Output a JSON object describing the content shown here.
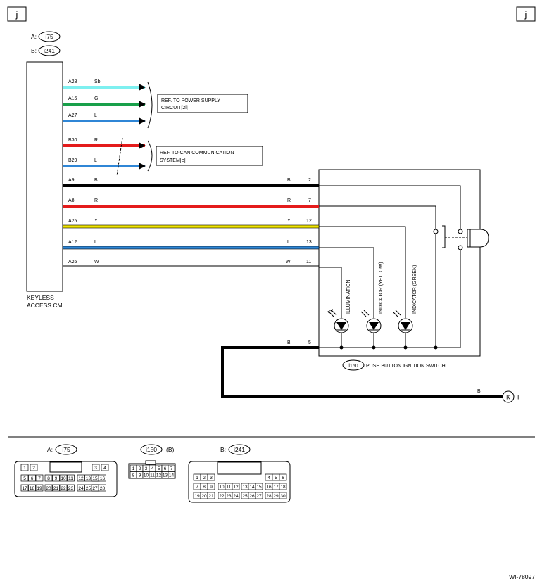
{
  "page_marks": {
    "left": "j",
    "right": "j"
  },
  "connectors_legend": [
    {
      "prefix": "A:",
      "id": "i75"
    },
    {
      "prefix": "B:",
      "id": "i241"
    }
  ],
  "module": {
    "name_line1": "KEYLESS",
    "name_line2": "ACCESS CM"
  },
  "refs": [
    {
      "line1": "REF. TO POWER SUPPLY",
      "line2": "CIRCUIT[2i]"
    },
    {
      "line1": "REF. TO CAN COMMUNICATION",
      "line2": "SYSTEM[e]"
    }
  ],
  "ref_wires": [
    {
      "pin": "A28",
      "color_code": "Sb",
      "color": "#7ef0f0"
    },
    {
      "pin": "A16",
      "color_code": "G",
      "color": "#18a04a"
    },
    {
      "pin": "A27",
      "color_code": "L",
      "color": "#2f86d6"
    },
    {
      "pin": "B30",
      "color_code": "R",
      "color": "#e41b1b"
    },
    {
      "pin": "B29",
      "color_code": "L",
      "color": "#2f86d6"
    }
  ],
  "switch_wires": [
    {
      "pin": "A9",
      "color_code": "B",
      "end_code": "B",
      "end_pin": "2",
      "color": "#000000"
    },
    {
      "pin": "A8",
      "color_code": "R",
      "end_code": "R",
      "end_pin": "7",
      "color": "#e41b1b"
    },
    {
      "pin": "A25",
      "color_code": "Y",
      "end_code": "Y",
      "end_pin": "12",
      "color": "#f0e400"
    },
    {
      "pin": "A12",
      "color_code": "L",
      "end_code": "L",
      "end_pin": "13",
      "color": "#2f86d6"
    },
    {
      "pin": "A26",
      "color_code": "W",
      "end_code": "W",
      "end_pin": "11",
      "color": "#ffffff"
    }
  ],
  "ground_wire": {
    "code": "B",
    "pin": "5"
  },
  "switch": {
    "id": "i150",
    "name": "PUSH BUTTON IGNITION SWITCH"
  },
  "leds": [
    "ILLUMINATION",
    "INDICATOR (YELLOW)",
    "INDICATOR (GREEN)"
  ],
  "ground": {
    "code": "B",
    "symbol": "K",
    "suffix": "I"
  },
  "connector_views": [
    {
      "prefix": "A:",
      "id": "i75",
      "suffix": ""
    },
    {
      "prefix": "",
      "id": "i150",
      "suffix": "(B)"
    },
    {
      "prefix": "B:",
      "id": "i241",
      "suffix": ""
    }
  ],
  "i75_rows": [
    [
      "1",
      "2",
      "",
      "3",
      "4"
    ],
    [
      "5",
      "6",
      "7",
      "8",
      "9",
      "10",
      "11",
      "12",
      "13",
      "14",
      "15",
      "16"
    ],
    [
      "17",
      "18",
      "19",
      "20",
      "21",
      "22",
      "23",
      "24",
      "25",
      "26",
      "27",
      "28"
    ]
  ],
  "i150_rows": [
    [
      "1",
      "2",
      "3",
      "4",
      "5",
      "6",
      "7"
    ],
    [
      "8",
      "9",
      "10",
      "11",
      "12",
      "13",
      "14"
    ]
  ],
  "i241_rows": [
    [
      "1",
      "2",
      "3",
      "4",
      "5",
      "6"
    ],
    [
      "7",
      "8",
      "9",
      "10",
      "11",
      "12",
      "13",
      "14",
      "15",
      "16",
      "17",
      "18"
    ],
    [
      "19",
      "20",
      "21",
      "22",
      "23",
      "24",
      "25",
      "26",
      "27",
      "28",
      "29",
      "30"
    ]
  ],
  "figure_id": "WI-78097"
}
